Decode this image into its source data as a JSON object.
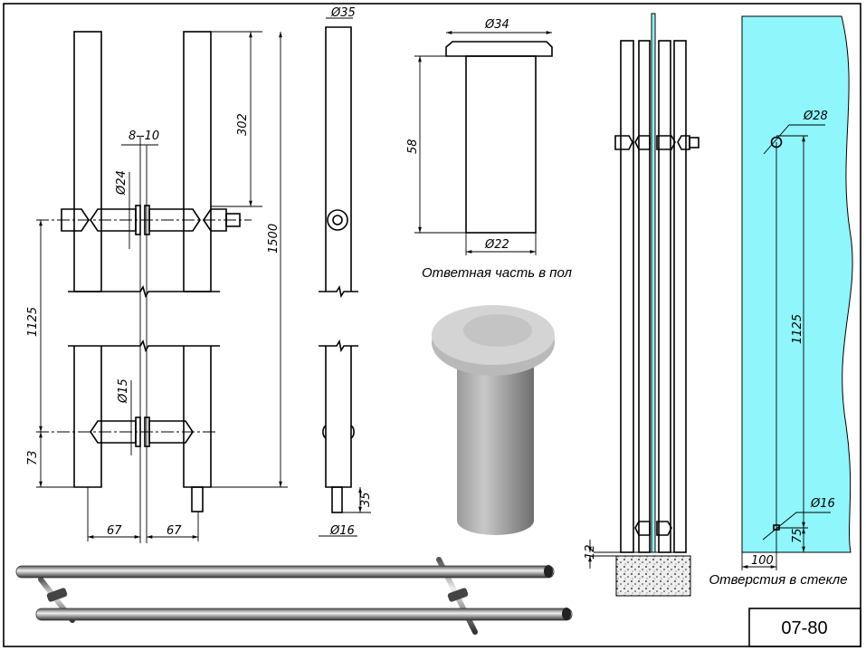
{
  "title_block": {
    "code": "07-80"
  },
  "front_view": {
    "dims": {
      "gap": "8--10",
      "top_offset": "302",
      "total_length": "1500",
      "upper_diameter": "Ø24",
      "spacing": "1125",
      "lower_diameter": "Ø15",
      "bottom_offset": "73",
      "left_offset": "67",
      "right_offset": "67"
    }
  },
  "side_view": {
    "dims": {
      "tube_diameter": "Ø35",
      "pin_length": "35",
      "pin_diameter": "Ø16"
    }
  },
  "floor_part": {
    "dims": {
      "flange_diameter": "Ø34",
      "height": "58",
      "body_diameter": "Ø22"
    },
    "caption": "Ответная часть в пол"
  },
  "installed_view": {
    "dims": {
      "floor_gap": "12"
    }
  },
  "glass_holes": {
    "dims": {
      "upper_hole": "Ø28",
      "spacing": "1125",
      "lower_hole": "Ø16",
      "bottom_offset": "75",
      "edge_offset": "100"
    },
    "caption": "Отверстия в стекле",
    "glass_color": "#8ff6fb"
  }
}
